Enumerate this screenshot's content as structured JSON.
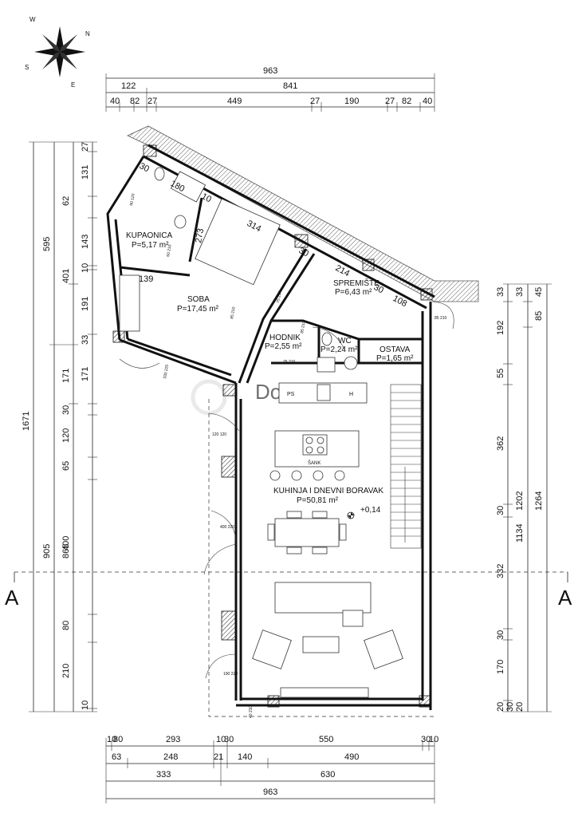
{
  "compass": {
    "n": "N",
    "e": "E",
    "s": "S",
    "w": "W"
  },
  "dims_top": {
    "overall": "963",
    "row2": [
      "122",
      "841"
    ],
    "row3": [
      "40",
      "82",
      "27",
      "449",
      "27",
      "190",
      "27",
      "82",
      "40"
    ]
  },
  "dims_bottom": {
    "row1": [
      "10",
      "80",
      "293",
      "10",
      "30",
      "550",
      "30",
      "10"
    ],
    "row2": [
      "63",
      "248",
      "21",
      "140",
      "490"
    ],
    "row3": [
      "333",
      "630"
    ],
    "overall": "963"
  },
  "dims_left": {
    "overall": "1671",
    "col2": [
      "595",
      "905"
    ],
    "col3": [
      "401",
      "171",
      "865"
    ],
    "col4": [
      "27",
      "131",
      "62",
      "143",
      "10",
      "191",
      "33",
      "171",
      "30",
      "120",
      "65",
      "400",
      "80",
      "210",
      "10"
    ]
  },
  "dims_right": {
    "overall": "1264",
    "col2": [
      "1202"
    ],
    "col3": [
      "33",
      "85",
      "1134"
    ],
    "col4": [
      "33",
      "45",
      "192",
      "55",
      "362",
      "30",
      "332",
      "30",
      "170",
      "20",
      "30",
      "20"
    ]
  },
  "section_marker": {
    "left": "A",
    "right": "A"
  },
  "rooms": [
    {
      "name": "KUPAONICA",
      "area": "P=5,17 m²"
    },
    {
      "name": "SOBA",
      "area": "P=17,45 m²"
    },
    {
      "name": "SPREMIŠTE",
      "area": "P=6,43 m²"
    },
    {
      "name": "HODNIK",
      "area": "P=2,55 m²"
    },
    {
      "name": "WC",
      "area": "P=2,24 m²"
    },
    {
      "name": "OSTAVA",
      "area": "P=1,65 m²"
    },
    {
      "name": "KUHINJA I DNEVNI BORAVAK",
      "area": "P=50,81 m²"
    }
  ],
  "interior_dims": [
    "30",
    "180",
    "10",
    "273",
    "314",
    "139",
    "30",
    "214",
    "30",
    "108"
  ],
  "labels": {
    "ps": "PS",
    "h": "H",
    "sank": "ŠANK",
    "level": "+0,14"
  },
  "openings": [
    "90 120",
    "60 210",
    "85 210",
    "75 210",
    "85 210",
    "85 210",
    "75 210",
    "120 120",
    "400 220",
    "190 220",
    "40 210",
    "330 225"
  ],
  "watermark": "Dom"
}
